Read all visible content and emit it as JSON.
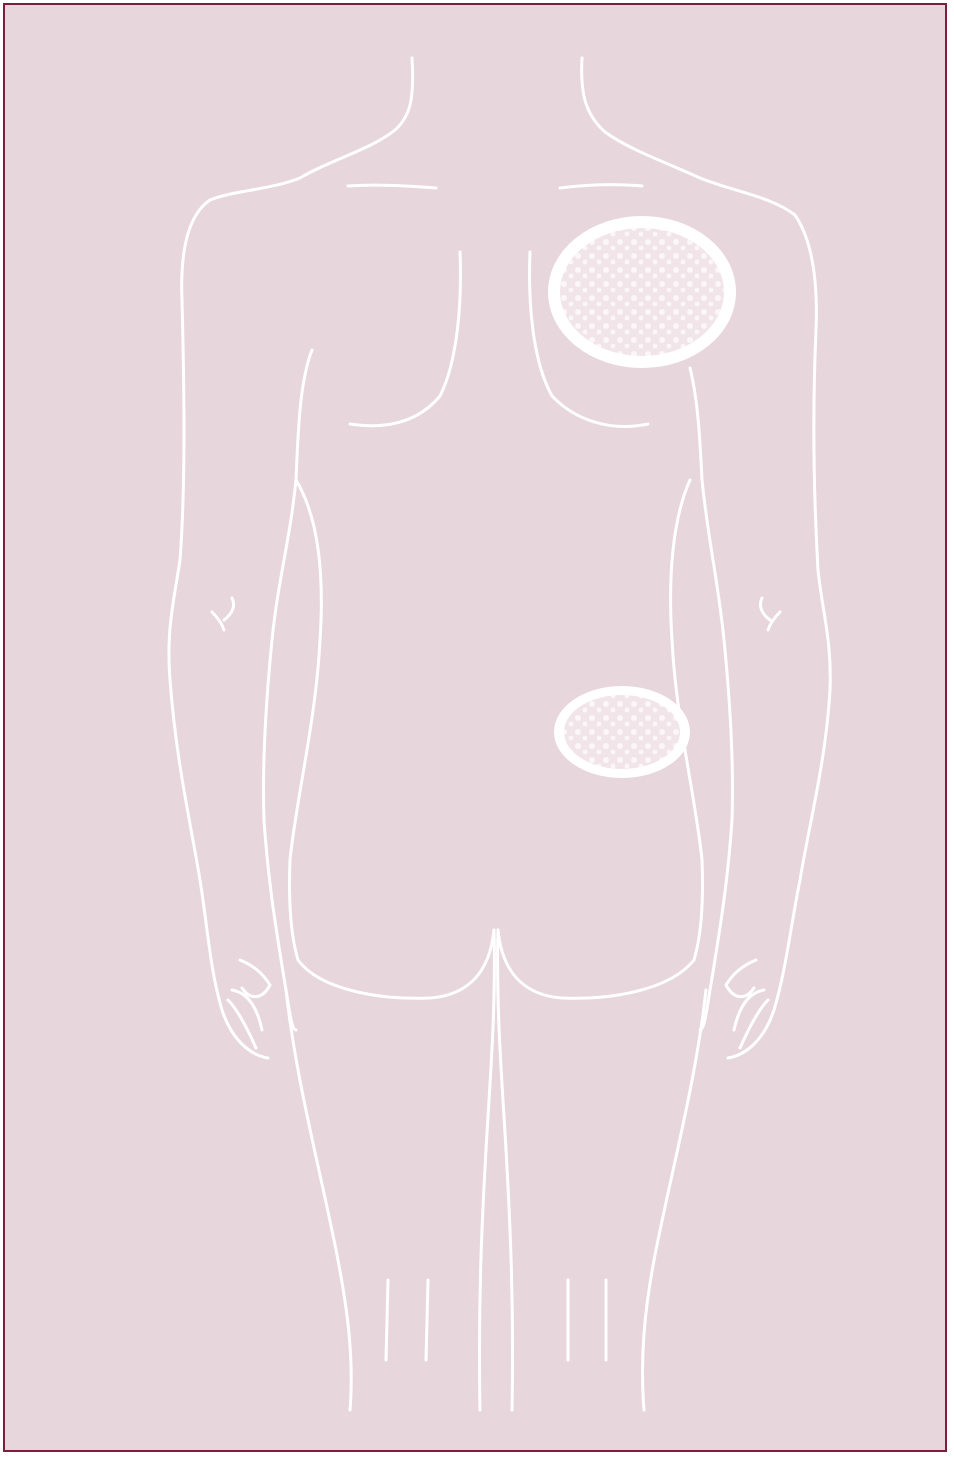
{
  "figure": {
    "subject": "female-body-back-view",
    "colors": {
      "background": "#e8d6dd",
      "border": "#7a1f3d",
      "outline": "#ffffff",
      "patch_fill": "#f6eef2"
    },
    "patch_sites": [
      {
        "id": "upper-back",
        "shape": "ellipse"
      },
      {
        "id": "lower-back",
        "shape": "ellipse"
      }
    ]
  }
}
